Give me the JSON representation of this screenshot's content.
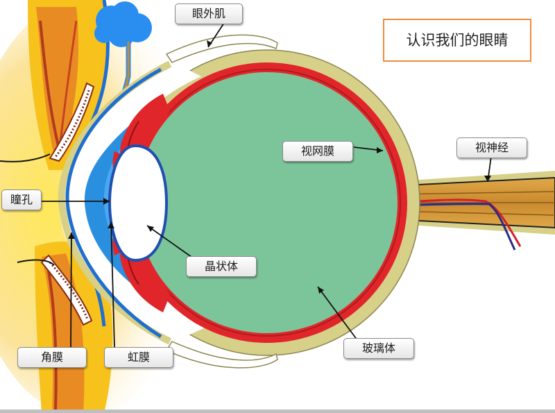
{
  "title": "认识我们的眼睛",
  "labels": {
    "extraocular_muscle": "眼外肌",
    "retina": "视网膜",
    "optic_nerve": "视神经",
    "pupil": "瞳孔",
    "lens": "晶状体",
    "cornea": "角膜",
    "iris": "虹膜",
    "vitreous_body": "玻璃体"
  },
  "colors": {
    "vitreous": "#7cc59b",
    "retina": "#e0262a",
    "sclera": "#d6d089",
    "cornea_blue": "#2b8fe0",
    "eyelid_yellow": "#f7c21c",
    "nerve": "#d39a3a",
    "title_border": "#f08a3a"
  }
}
